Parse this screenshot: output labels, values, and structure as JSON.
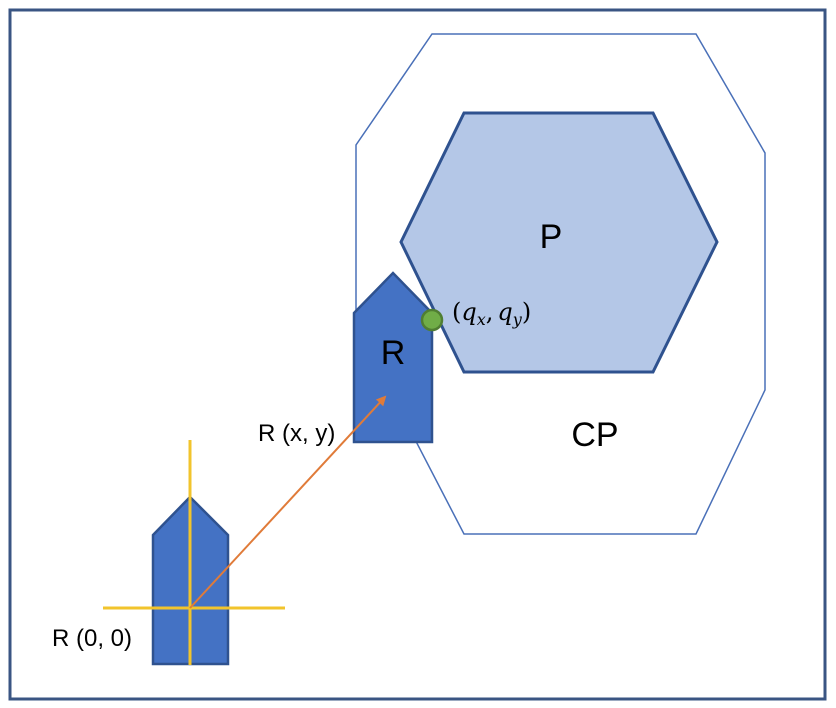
{
  "labels": {
    "p": "P",
    "r": "R",
    "cp": "CP",
    "r_xy": "R (x, y)",
    "r_origin": "R (0, 0)"
  },
  "contact_point": {
    "open": "(",
    "q": "q",
    "sub_x": "x",
    "comma": ",",
    "sub_y": "y",
    "close": ")"
  },
  "colors": {
    "frame": "#3a5583",
    "robot_fill": "#4472c4",
    "robot_stroke": "#2f528f",
    "obstacle_fill": "#b4c7e7",
    "obstacle_stroke": "#2f528f",
    "cspace_stroke": "#4a70b8",
    "axes": "#f2c42c",
    "vector": "#e07b39",
    "contact_fill": "#70ad47",
    "contact_stroke": "#507e32"
  }
}
